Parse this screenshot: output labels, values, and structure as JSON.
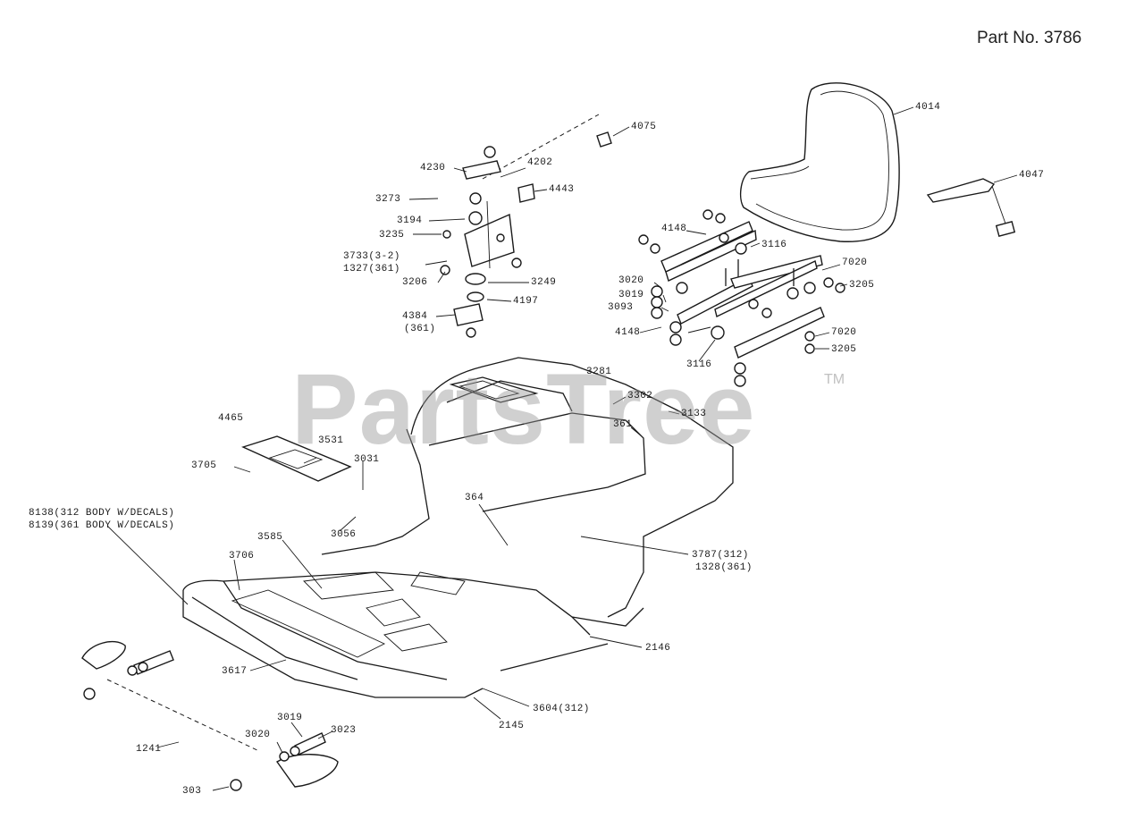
{
  "part_number": "Part No. 3786",
  "watermark": "PartsTree",
  "trademark": "TM",
  "callouts": {
    "c4014": "4014",
    "c4047": "4047",
    "c4075": "4075",
    "c4230": "4230",
    "c4202": "4202",
    "c4443": "4443",
    "c3273": "3273",
    "c3194": "3194",
    "c3235": "3235",
    "c3733": "3733(3-2)",
    "c1327": "1327(361)",
    "c3206": "3206",
    "c3249": "3249",
    "c4197": "4197",
    "c4384": "4384",
    "c361a": "(361)",
    "c4148a": "4148",
    "c3116a": "3116",
    "c3020a": "3020",
    "c3019a": "3019",
    "c3093": "3093",
    "c4148b": "4148",
    "c3116b": "3116",
    "c7020a": "7020",
    "c3205a": "3205",
    "c7020b": "7020",
    "c3205b": "3205",
    "c3281": "3281",
    "c3302": "3302",
    "c3133": "3133",
    "c361b": "361",
    "c4465": "4465",
    "c3531": "3531",
    "c3705": "3705",
    "c3031": "3031",
    "c8138": "8138(312 BODY W/DECALS)",
    "c8139": "8139(361 BODY W/DECALS)",
    "c3056": "3056",
    "c364": "364",
    "c3585": "3585",
    "c3706": "3706",
    "c3787": "3787(312)",
    "c1328": "1328(361)",
    "c2146": "2146",
    "c3617": "3617",
    "c3604": "3604(312)",
    "c2145": "2145",
    "c3019b": "3019",
    "c3020b": "3020",
    "c3023": "3023",
    "c1241": "1241",
    "c303": "303"
  }
}
